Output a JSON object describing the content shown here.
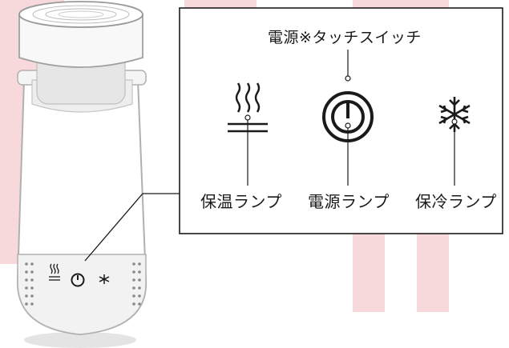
{
  "callout": {
    "title": "電源※タッチスイッチ",
    "labels": {
      "keep_warm": "保温ランプ",
      "power": "電源ランプ",
      "keep_cool": "保冷ランプ"
    }
  },
  "icons": {
    "keep_warm": "steam-heat-icon",
    "power": "power-icon",
    "keep_cool": "snowflake-icon"
  },
  "colors": {
    "watermark": "#f7d9dc",
    "line": "#1a1a1a",
    "device_body": "#ffffff",
    "device_outline": "#b0b0b0"
  }
}
